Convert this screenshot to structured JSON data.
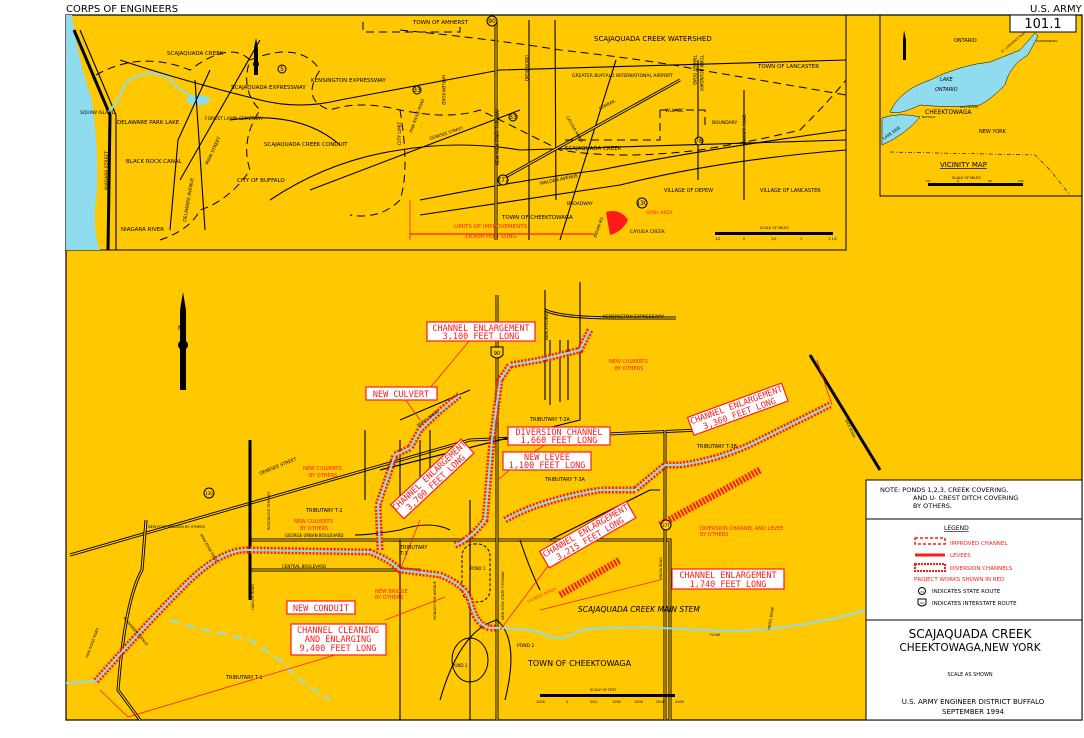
{
  "header": {
    "left": "CORPS OF ENGINEERS",
    "right": "U.S. ARMY",
    "sheet": "101.1"
  },
  "colors": {
    "map_bg": "#ffc800",
    "water": "#8fdcef",
    "project": "#ff1a1a"
  },
  "inset": {
    "labels": {
      "scajaquada_creek": "SCAJAQUADA CREEK",
      "scajaquada_expressway": "SCAJAQUADA EXPRESSWAY",
      "kensington_expressway": "KENSINGTON EXPRESSWAY",
      "squaw_island": "SQUAW ISLAND",
      "delaware_park_lake": "DELAWARE PARK LAKE",
      "forest_lawn": "FOREST LAWN CEMETARY",
      "black_rock_canal": "BLACK ROCK CANAL",
      "niagara_street": "NIAGARA STREET",
      "main_street": "MAIN STREET",
      "delaware_avenue": "DELAWARE AVENUE",
      "conduit": "SCAJAQUADA CREEK CONDUIT",
      "city_of_buffalo": "CITY OF BUFFALO",
      "niagara_river": "NIAGARA RIVER",
      "city_limit": "CITY LIMIT",
      "harlem_road": "HARLEM ROAD",
      "pine_ridge_road": "PINE RIDGE ROAD",
      "genesee_street": "GENESEE STREET",
      "town_of_amherst": "TOWN OF AMHERST",
      "watershed": "SCAJAQUADA CREEK WATERSHED",
      "airport": "GREATER BUFFALO INTERNATIONAL AIRPORT",
      "union_road": "UNION ROAD",
      "nys_thruway": "NEW YORK STATE THRUWAY",
      "town_of_lancaster": "TOWN OF LANCASTER",
      "transit_road": "TRANSIT ROAD",
      "town_boundary": "TOWN BOUNDARY",
      "village": "VILLAGE",
      "boundary": "BOUNDARY",
      "conrail": "CONRAIL",
      "cayuga_road": "CAYUGA ROAD",
      "scajaquada_creek_2": "SCAJAQUADA CREEK",
      "walden_avenue": "WALDEN AVENUE",
      "broadway": "BROADWAY",
      "village_of_depew": "VILLAGE OF DEPEW",
      "village_of_lancaster": "VILLAGE OF LANCASTER",
      "warner_road": "WARNER ROAD",
      "town_of_cheektowaga": "TOWN OF CHEEKTOWAGA",
      "spoil_area": "SPOIL AREA",
      "cayuga_creek": "CAYUGA CREEK",
      "indian_rd": "INDIAN RD.",
      "limits_1": "LIMITS OF IMPROVEMENTS",
      "limits_2": "18,600 FEET LONG",
      "scale_title": "SCALE OF MILES",
      "scale_ticks": [
        "1/2",
        "0",
        "1/2",
        "1",
        "1 1/2"
      ],
      "routes": [
        "5",
        "33",
        "33",
        "277",
        "78",
        "130",
        "90"
      ]
    }
  },
  "vicinity": {
    "title": "VICINITY MAP",
    "ontario": "ONTARIO",
    "lake_ontario_1": "LAKE",
    "lake_ontario_2": "ONTARIO",
    "lake_erie": "LAKE ERIE",
    "st_lawrence": "ST. LAWRENCE RIVER",
    "ogdensburg": "OGDENSBURG",
    "rochester": "ROCHESTER",
    "buffalo": "BUFFALO",
    "cheektowaga": "CHEEKTOWAGA",
    "new_york": "NEW YORK",
    "scale_title": "SCALE OF MILES",
    "scale_ticks": [
      "50",
      "0",
      "50",
      "100"
    ]
  },
  "main": {
    "callouts": {
      "ce_3100_1": "CHANNEL ENLARGEMENT",
      "ce_3100_2": "3,100 FEET LONG",
      "new_culvert": "NEW CULVERT",
      "div_1": "DIVERSION CHANNEL",
      "div_2": "1,660 FEET LONG",
      "levee_1": "NEW LEVEE",
      "levee_2": "1,100 FEET LONG",
      "ce_3700_1": "CHANNEL ENLARGEMENT",
      "ce_3700_2": "3,700 FEET LONG",
      "ce_3360_1": "CHANNEL ENLARGEMENT",
      "ce_3360_2": "3,360 FEET LONG",
      "ce_3215_1": "CHANNEL ENLARGEMENT",
      "ce_3215_2": "3,215 FEET LONG",
      "ce_1740_1": "CHANNEL ENLARGEMENT",
      "ce_1740_2": "1,740 FEET LONG",
      "new_conduit": "NEW CONDUIT",
      "clean_1": "CHANNEL CLEANING",
      "clean_2": "AND ENLARGING",
      "clean_3": "9,400 FEET LONG"
    },
    "notes_red": {
      "culverts_a_1": "NEW CULVERTS",
      "culverts_a_2": "BY OTHERS",
      "culverts_b_1": "NEW CULVERTS",
      "culverts_b_2": "BY OTHERS",
      "culverts_c_1": "NEW CULVERTS",
      "culverts_c_2": "BY OTHERS",
      "bridge_1": "NEW BRIDGE",
      "bridge_2": "BY OTHERS",
      "div_levee_1": "DIVERSION CHANNEL AND LEVEE",
      "div_levee_2": "BY OTHERS",
      "ucrest": "U-CREST DITCH"
    },
    "labels": {
      "kensington": "KENSINGTON EXPRESSWAY",
      "beach_road": "BEACH ROAD",
      "trib_t2a": "TRIBUTARY T-2A",
      "trib_t3b": "TRIBUTARY T-3B",
      "trib_t3a": "TRIBUTARY T-3A",
      "trib_t2": "TRIBUTARY T-2",
      "trib_t3_1": "TRIBUTARY",
      "trib_t3_2": "T-3",
      "trib_t1": "TRIBUTARY T-1",
      "genesee": "GENESEE STREET",
      "beryl_drive": "BERYL DRIVE",
      "foot_bridges": "NEW FOOT BRIDGES BY OTHERS",
      "rosewood": "ROSEWOOD TERRACE",
      "park_edge": "PARK EDGE DRIVE",
      "george_urban": "GEORGE URBAN BOULEVARD",
      "central": "CENTRAL BOULEVARD",
      "harlem": "HARLEM ROAD",
      "alexander": "ALEXANDER AVENUE",
      "pine_ridge": "PINE RIDGE ROAD",
      "monaghton": "MONAGHTON AVENUE",
      "thruway": "NEW YORK STATE THRUWAY",
      "union": "UNION ROAD",
      "ditch_road": "DICK ROAD",
      "main_stem": "SCAJAQUADA CREEK MAIN STEM",
      "flow": "FLOW",
      "pond1": "POND 1",
      "pond2": "POND 2",
      "pond3": "POND 3",
      "town": "TOWN OF CHEEKTOWAGA",
      "hazel": "HAZEL DRIVE",
      "scale_title": "SCALE OF FEET",
      "scale_ticks": [
        "1000",
        "0",
        "500",
        "1000",
        "1500",
        "2000",
        "2500"
      ],
      "north": "N",
      "routes": [
        "90",
        "130",
        "277"
      ]
    }
  },
  "note": {
    "line1": "NOTE:  PONDS 1,2,3, CREEK COVERING,",
    "line2": "AND U- CREST DITCH COVERING",
    "line3": "BY OTHERS."
  },
  "legend": {
    "title": "LEGEND",
    "improved": "IMPROVED CHANNEL",
    "levees": "LEVEES",
    "diversion": "DIVERSION CHANNELS",
    "project": "PROJECT WORKS SHOWN IN RED",
    "state_route": "INDICATES STATE ROUTE",
    "interstate": "INDICATES INTERSTATE ROUTE",
    "state_route_num": "33",
    "interstate_num": "90"
  },
  "title_block": {
    "title": "SCAJAQUADA CREEK",
    "subtitle": "CHEEKTOWAGA,NEW YORK",
    "scale": "SCALE AS SHOWN",
    "district": "U.S. ARMY ENGINEER DISTRICT  BUFFALO",
    "date": "SEPTEMBER 1994"
  }
}
